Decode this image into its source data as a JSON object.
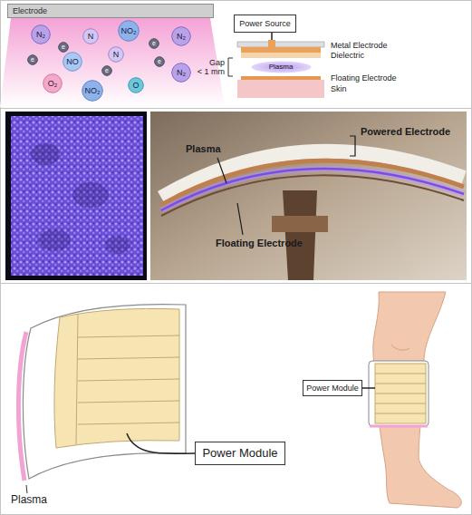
{
  "diagram": {
    "nodes": [
      {
        "text": [
          "Electrode"
        ]
      },
      {
        "text": [
          "N₂"
        ]
      },
      {
        "text": [
          "e"
        ]
      },
      {
        "text": [
          "N"
        ]
      },
      {
        "text": [
          "NO₂"
        ]
      },
      {
        "text": [
          "e"
        ]
      },
      {
        "text": [
          "N₂"
        ]
      },
      {
        "text": [
          "e"
        ]
      },
      {
        "text": [
          "NO"
        ]
      },
      {
        "text": [
          "N"
        ]
      },
      {
        "text": [
          "e"
        ]
      },
      {
        "text": [
          "e"
        ]
      },
      {
        "text": [
          "O₂"
        ]
      },
      {
        "text": [
          "NO₂"
        ]
      },
      {
        "text": [
          "O"
        ]
      },
      {
        "text": [
          "N₂"
        ]
      },
      {
        "text": [
          "Power Source"
        ]
      },
      {
        "text": [
          "Plasma"
        ]
      },
      {
        "text": [
          "Power Module"
        ]
      },
      {
        "text": [
          "Power Module"
        ]
      }
    ],
    "labels": [
      "Metal Electrode",
      "Dielectric",
      "Floating Electrode",
      "Skin",
      "Gap",
      "< 1 mm",
      "Plasma",
      "Powered Electrode",
      "Floating Electrode",
      "Plasma"
    ]
  }
}
